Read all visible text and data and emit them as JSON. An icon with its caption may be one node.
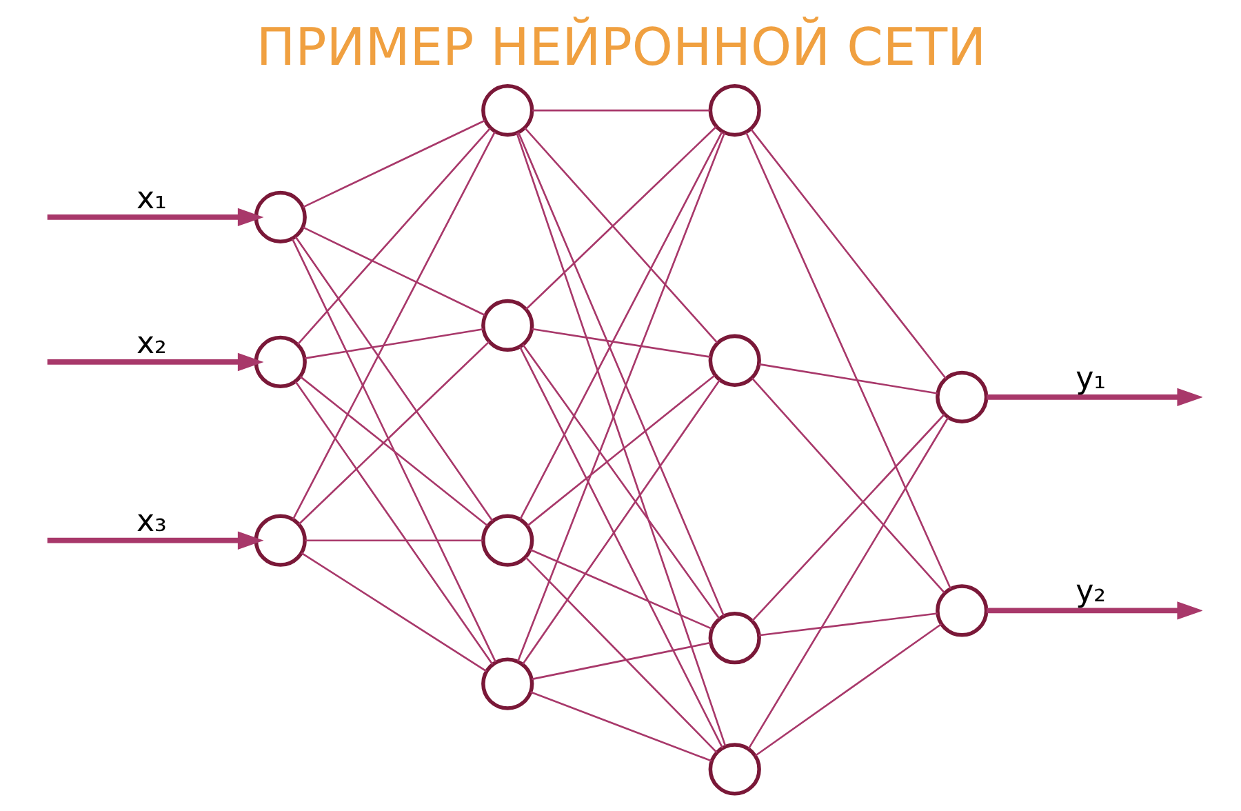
{
  "diagram": {
    "title": "ПРИМЕР НЕЙРОННОЙ СЕТИ",
    "nodes": [
      {
        "text": [],
        "shape": "circle"
      },
      {
        "text": [],
        "shape": "circle"
      },
      {
        "text": [],
        "shape": "circle"
      },
      {
        "text": [],
        "shape": "circle"
      },
      {
        "text": [],
        "shape": "circle"
      },
      {
        "text": [],
        "shape": "circle"
      },
      {
        "text": [],
        "shape": "circle"
      },
      {
        "text": [],
        "shape": "circle"
      },
      {
        "text": [],
        "shape": "circle"
      },
      {
        "text": [],
        "shape": "circle"
      },
      {
        "text": [],
        "shape": "circle"
      },
      {
        "text": [],
        "shape": "circle"
      },
      {
        "text": [],
        "shape": "circle"
      }
    ],
    "edges": [
      {
        "from": null,
        "to": 0,
        "arrow": "to",
        "label": "x₁",
        "style": "thick"
      },
      {
        "from": null,
        "to": 1,
        "arrow": "to",
        "label": "x₂",
        "style": "thick"
      },
      {
        "from": null,
        "to": 2,
        "arrow": "to",
        "label": "x₃",
        "style": "thick"
      },
      {
        "from": 0,
        "to": 3,
        "arrow": "none"
      },
      {
        "from": 0,
        "to": 4,
        "arrow": "none"
      },
      {
        "from": 0,
        "to": 5,
        "arrow": "none"
      },
      {
        "from": 0,
        "to": 6,
        "arrow": "none"
      },
      {
        "from": 1,
        "to": 3,
        "arrow": "none"
      },
      {
        "from": 1,
        "to": 4,
        "arrow": "none"
      },
      {
        "from": 1,
        "to": 5,
        "arrow": "none"
      },
      {
        "from": 1,
        "to": 6,
        "arrow": "none"
      },
      {
        "from": 2,
        "to": 3,
        "arrow": "none"
      },
      {
        "from": 2,
        "to": 4,
        "arrow": "none"
      },
      {
        "from": 2,
        "to": 5,
        "arrow": "none"
      },
      {
        "from": 2,
        "to": 6,
        "arrow": "none"
      },
      {
        "from": 3,
        "to": 7,
        "arrow": "none"
      },
      {
        "from": 3,
        "to": 8,
        "arrow": "none"
      },
      {
        "from": 3,
        "to": 9,
        "arrow": "none"
      },
      {
        "from": 3,
        "to": 10,
        "arrow": "none"
      },
      {
        "from": 4,
        "to": 7,
        "arrow": "none"
      },
      {
        "from": 4,
        "to": 8,
        "arrow": "none"
      },
      {
        "from": 4,
        "to": 9,
        "arrow": "none"
      },
      {
        "from": 4,
        "to": 10,
        "arrow": "none"
      },
      {
        "from": 5,
        "to": 7,
        "arrow": "none"
      },
      {
        "from": 5,
        "to": 8,
        "arrow": "none"
      },
      {
        "from": 5,
        "to": 9,
        "arrow": "none"
      },
      {
        "from": 5,
        "to": 10,
        "arrow": "none"
      },
      {
        "from": 6,
        "to": 7,
        "arrow": "none"
      },
      {
        "from": 6,
        "to": 8,
        "arrow": "none"
      },
      {
        "from": 6,
        "to": 9,
        "arrow": "none"
      },
      {
        "from": 6,
        "to": 10,
        "arrow": "none"
      },
      {
        "from": 7,
        "to": 11,
        "arrow": "none"
      },
      {
        "from": 7,
        "to": 12,
        "arrow": "none"
      },
      {
        "from": 8,
        "to": 11,
        "arrow": "none"
      },
      {
        "from": 8,
        "to": 12,
        "arrow": "none"
      },
      {
        "from": 9,
        "to": 11,
        "arrow": "none"
      },
      {
        "from": 9,
        "to": 12,
        "arrow": "none"
      },
      {
        "from": 10,
        "to": 11,
        "arrow": "none"
      },
      {
        "from": 10,
        "to": 12,
        "arrow": "none"
      },
      {
        "from": 11,
        "to": null,
        "arrow": "to",
        "label": "y₁",
        "style": "thick"
      },
      {
        "from": 12,
        "to": null,
        "arrow": "to",
        "label": "y₂",
        "style": "thick"
      }
    ]
  }
}
